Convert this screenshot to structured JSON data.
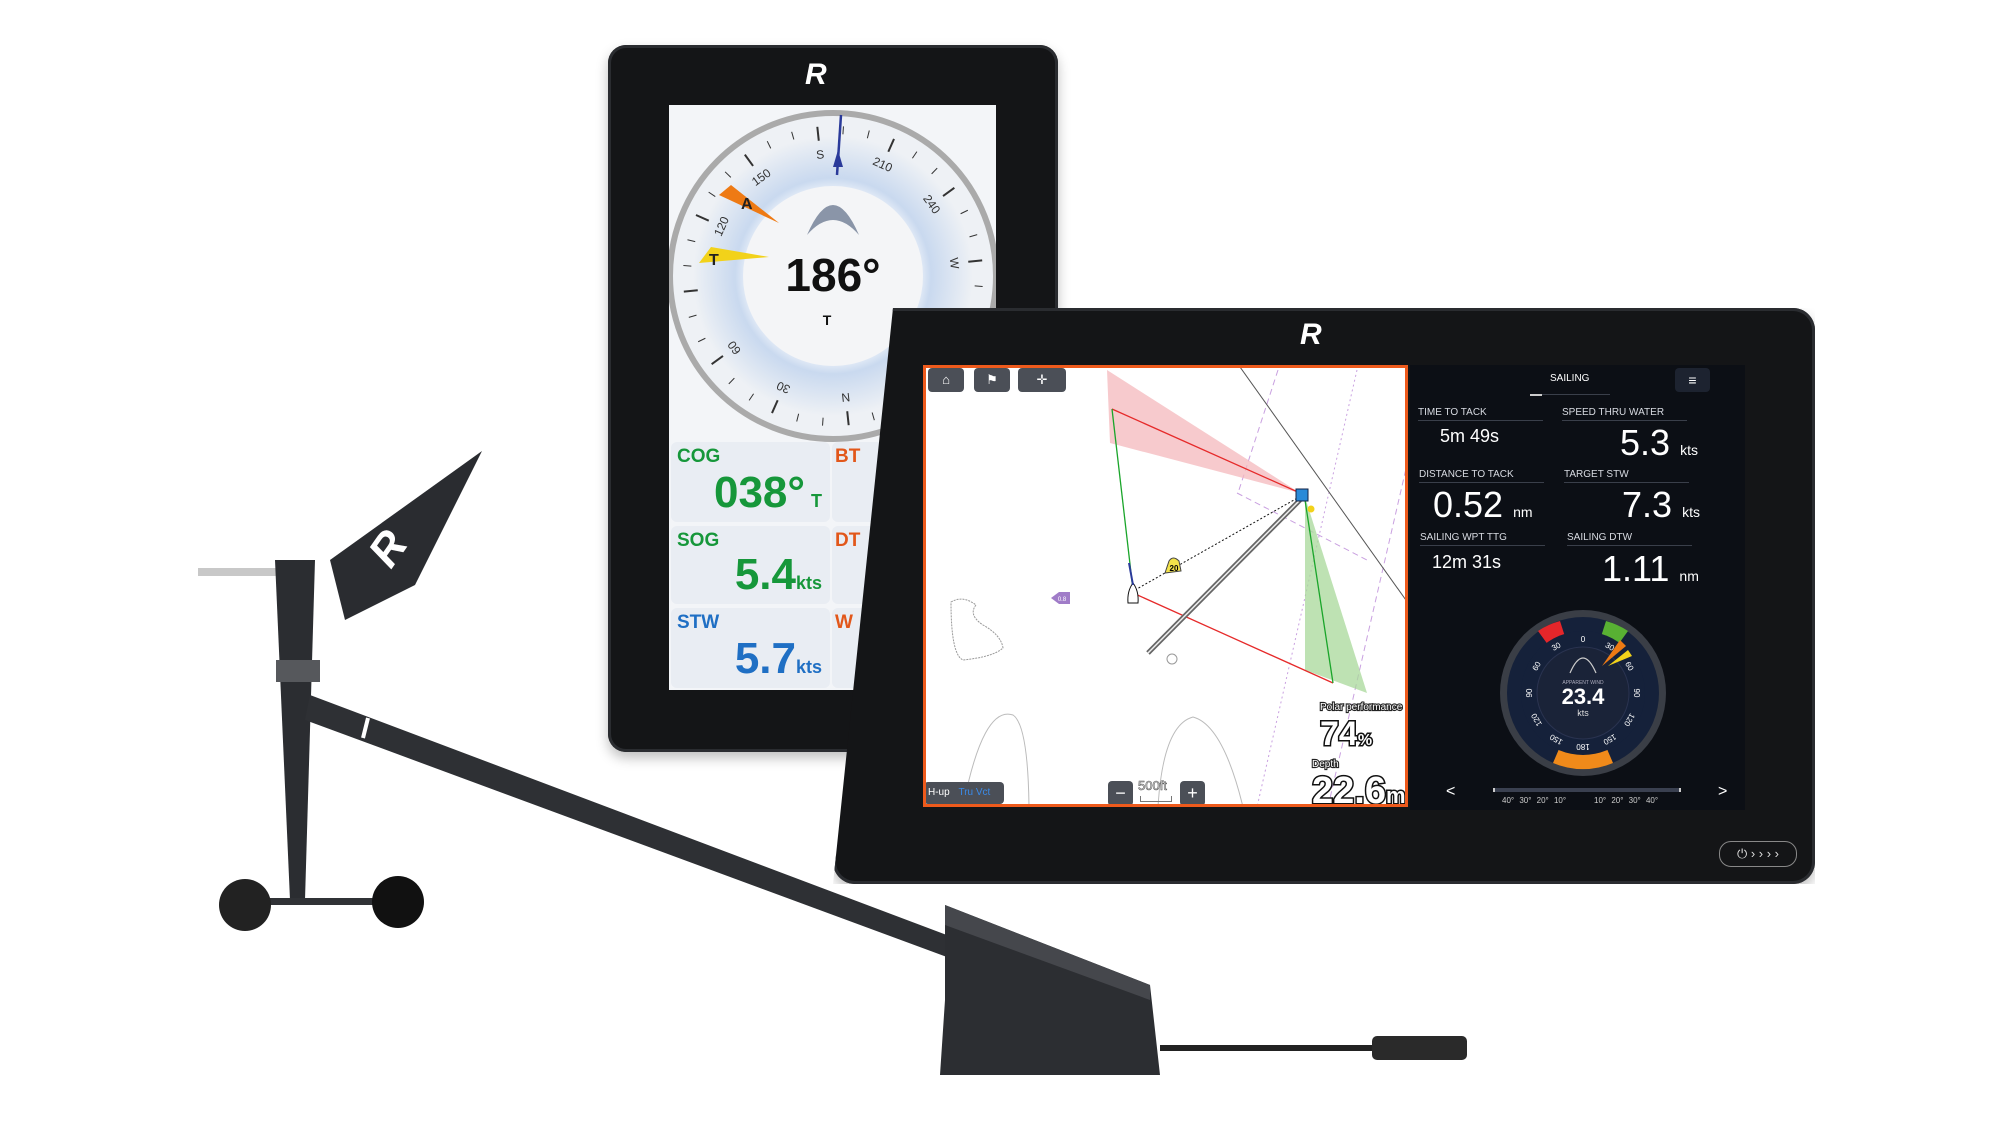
{
  "brand": {
    "logo_text": "R"
  },
  "left_display": {
    "compass": {
      "heading": "186°",
      "heading_ref": "T",
      "scale_labels": [
        {
          "text": "S",
          "deg": 180
        },
        {
          "text": "210",
          "deg": 210
        },
        {
          "text": "240",
          "deg": 240
        },
        {
          "text": "W",
          "deg": 270
        },
        {
          "text": "150",
          "deg": 150
        },
        {
          "text": "120",
          "deg": 120
        },
        {
          "text": "60",
          "deg": 60
        },
        {
          "text": "30",
          "deg": 30
        },
        {
          "text": "N",
          "deg": 0
        }
      ],
      "apparent_wind_marker": "A",
      "true_wind_marker": "T",
      "apparent_wind_color": "#ee7a14",
      "true_wind_color": "#f2d21a"
    },
    "tiles": [
      {
        "label": "COG",
        "value": "038°",
        "unit": "T",
        "color": "#16973a"
      },
      {
        "label": "SOG",
        "value": "5.4",
        "unit": "kts",
        "color": "#16973a"
      },
      {
        "label": "STW",
        "value": "5.7",
        "unit": "kts",
        "color": "#1f6fc4"
      }
    ],
    "tiles_right_partial": [
      {
        "label": "BT",
        "color": "#e2571a"
      },
      {
        "label": "DT",
        "color": "#e2571a"
      },
      {
        "label": "W",
        "color": "#e2571a"
      }
    ]
  },
  "right_display": {
    "chart": {
      "buttons": [
        "home-icon",
        "waypoint-flag-icon",
        "crosshair-icon"
      ],
      "orientation": "H-up",
      "motion_mode": "Tru Vct",
      "scale": "500ft",
      "zoom_out": "−",
      "zoom_in": "+",
      "target_marker": "20",
      "current_marker": "0.8",
      "polar_label": "Polar performance",
      "polar_value": "74",
      "polar_unit": "%",
      "depth_label": "Depth",
      "depth_value": "22.6",
      "depth_unit": "m"
    },
    "panel": {
      "title": "SAILING",
      "menu_icon": "hamburger-icon",
      "fields": [
        {
          "label": "TIME TO TACK",
          "value": "5m 49s",
          "unit": ""
        },
        {
          "label": "SPEED THRU WATER",
          "value": "5.3",
          "unit": "kts"
        },
        {
          "label": "DISTANCE TO TACK",
          "value": "0.52",
          "unit": "nm"
        },
        {
          "label": "TARGET STW",
          "value": "7.3",
          "unit": "kts"
        },
        {
          "label": "SAILING WPT TTG",
          "value": "12m 31s",
          "unit": ""
        },
        {
          "label": "SAILING DTW",
          "value": "1.11",
          "unit": "nm"
        }
      ],
      "wind_gauge": {
        "label": "APPARENT WIND",
        "value": "23.4",
        "unit": "kts",
        "scale_labels": [
          "0",
          "30",
          "60",
          "90",
          "120",
          "150",
          "180",
          "150",
          "120",
          "90",
          "60",
          "30"
        ],
        "port_color": "#e5262a",
        "starboard_color": "#58b033",
        "run_color": "#f08a1a"
      },
      "prev": "<",
      "next": ">",
      "trim_labels_left": [
        "40°",
        "30°",
        "20°",
        "10°"
      ],
      "trim_labels_right": [
        "10°",
        "20°",
        "30°",
        "40°"
      ]
    },
    "power_button": "⏻ › › › ›"
  }
}
